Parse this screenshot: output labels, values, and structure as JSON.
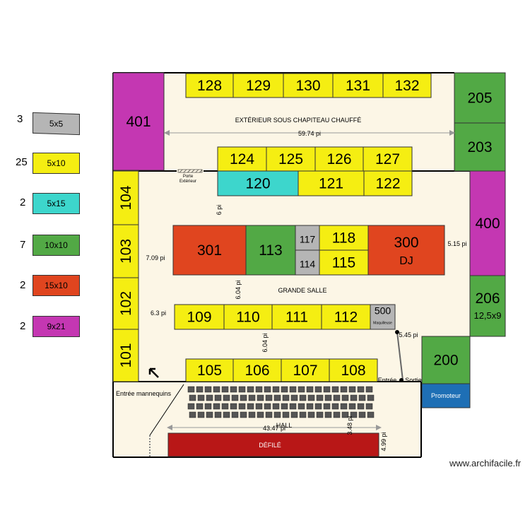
{
  "legend": [
    {
      "count": "3",
      "label": "5x5",
      "color": "#b5b5b5"
    },
    {
      "count": "25",
      "label": "5x10",
      "color": "#f5ee12"
    },
    {
      "count": "2",
      "label": "5x15",
      "color": "#3dd6cc"
    },
    {
      "count": "7",
      "label": "10x10",
      "color": "#52a945"
    },
    {
      "count": "2",
      "label": "15x10",
      "color": "#e0451f"
    },
    {
      "count": "2",
      "label": "9x21",
      "color": "#c437b2"
    }
  ],
  "colors": {
    "floor": "#fcf6e6",
    "wall": "#000000",
    "blue": "#1e6fb5",
    "defile": "#b81717",
    "dim_line": "#888888"
  },
  "booths": [
    {
      "id": "128",
      "color": "#f5ee12"
    },
    {
      "id": "129",
      "color": "#f5ee12"
    },
    {
      "id": "130",
      "color": "#f5ee12"
    },
    {
      "id": "131",
      "color": "#f5ee12"
    },
    {
      "id": "132",
      "color": "#f5ee12"
    },
    {
      "id": "124",
      "color": "#f5ee12"
    },
    {
      "id": "125",
      "color": "#f5ee12"
    },
    {
      "id": "126",
      "color": "#f5ee12"
    },
    {
      "id": "127",
      "color": "#f5ee12"
    },
    {
      "id": "120",
      "color": "#3dd6cc"
    },
    {
      "id": "121",
      "color": "#f5ee12"
    },
    {
      "id": "122",
      "color": "#f5ee12"
    },
    {
      "id": "401",
      "color": "#c437b2"
    },
    {
      "id": "205",
      "color": "#52a945"
    },
    {
      "id": "203",
      "color": "#52a945"
    },
    {
      "id": "400",
      "color": "#c437b2"
    },
    {
      "id": "206",
      "color": "#52a945",
      "sub": "12,5x9"
    },
    {
      "id": "104",
      "color": "#f5ee12"
    },
    {
      "id": "103",
      "color": "#f5ee12"
    },
    {
      "id": "102",
      "color": "#f5ee12"
    },
    {
      "id": "101",
      "color": "#f5ee12"
    },
    {
      "id": "301",
      "color": "#e0451f"
    },
    {
      "id": "113",
      "color": "#52a945"
    },
    {
      "id": "117",
      "color": "#b5b5b5"
    },
    {
      "id": "114",
      "color": "#b5b5b5"
    },
    {
      "id": "118",
      "color": "#f5ee12"
    },
    {
      "id": "115",
      "color": "#f5ee12"
    },
    {
      "id": "300",
      "color": "#e0451f",
      "sub": "DJ"
    },
    {
      "id": "109",
      "color": "#f5ee12"
    },
    {
      "id": "110",
      "color": "#f5ee12"
    },
    {
      "id": "111",
      "color": "#f5ee12"
    },
    {
      "id": "112",
      "color": "#f5ee12"
    },
    {
      "id": "500",
      "color": "#b5b5b5",
      "sub": "Maquilleuse"
    },
    {
      "id": "105",
      "color": "#f5ee12"
    },
    {
      "id": "106",
      "color": "#f5ee12"
    },
    {
      "id": "107",
      "color": "#f5ee12"
    },
    {
      "id": "108",
      "color": "#f5ee12"
    },
    {
      "id": "200",
      "color": "#52a945"
    }
  ],
  "labels": {
    "exterieur": "EXTÉRIEUR SOUS CHAPITEAU CHAUFFÉ",
    "grande_salle": "GRANDE SALLE",
    "dim_5974": "59.74 pi",
    "dim_6pi": "6 pi",
    "dim_709": "7.09 pi",
    "dim_515": "5.15 pi",
    "dim_604a": "6.04 pi",
    "dim_63": "6.3 pi",
    "dim_604b": "6.04 pi",
    "dim_545": "5.45 pi",
    "dim_4347": "43.47 pi",
    "dim_348": "3.48 pi",
    "dim_499": "4.99 pi",
    "porte_ext_1": "Porte",
    "porte_ext_2": "Extérieur",
    "entree_mannequins": "Entrée mannequins",
    "entree": "Entrée",
    "sortie": "Sortie",
    "promoteur": "Promoteur",
    "hall": "HALL",
    "defile": "DÉFILÉ",
    "watermark": "www.archifacile.fr"
  }
}
